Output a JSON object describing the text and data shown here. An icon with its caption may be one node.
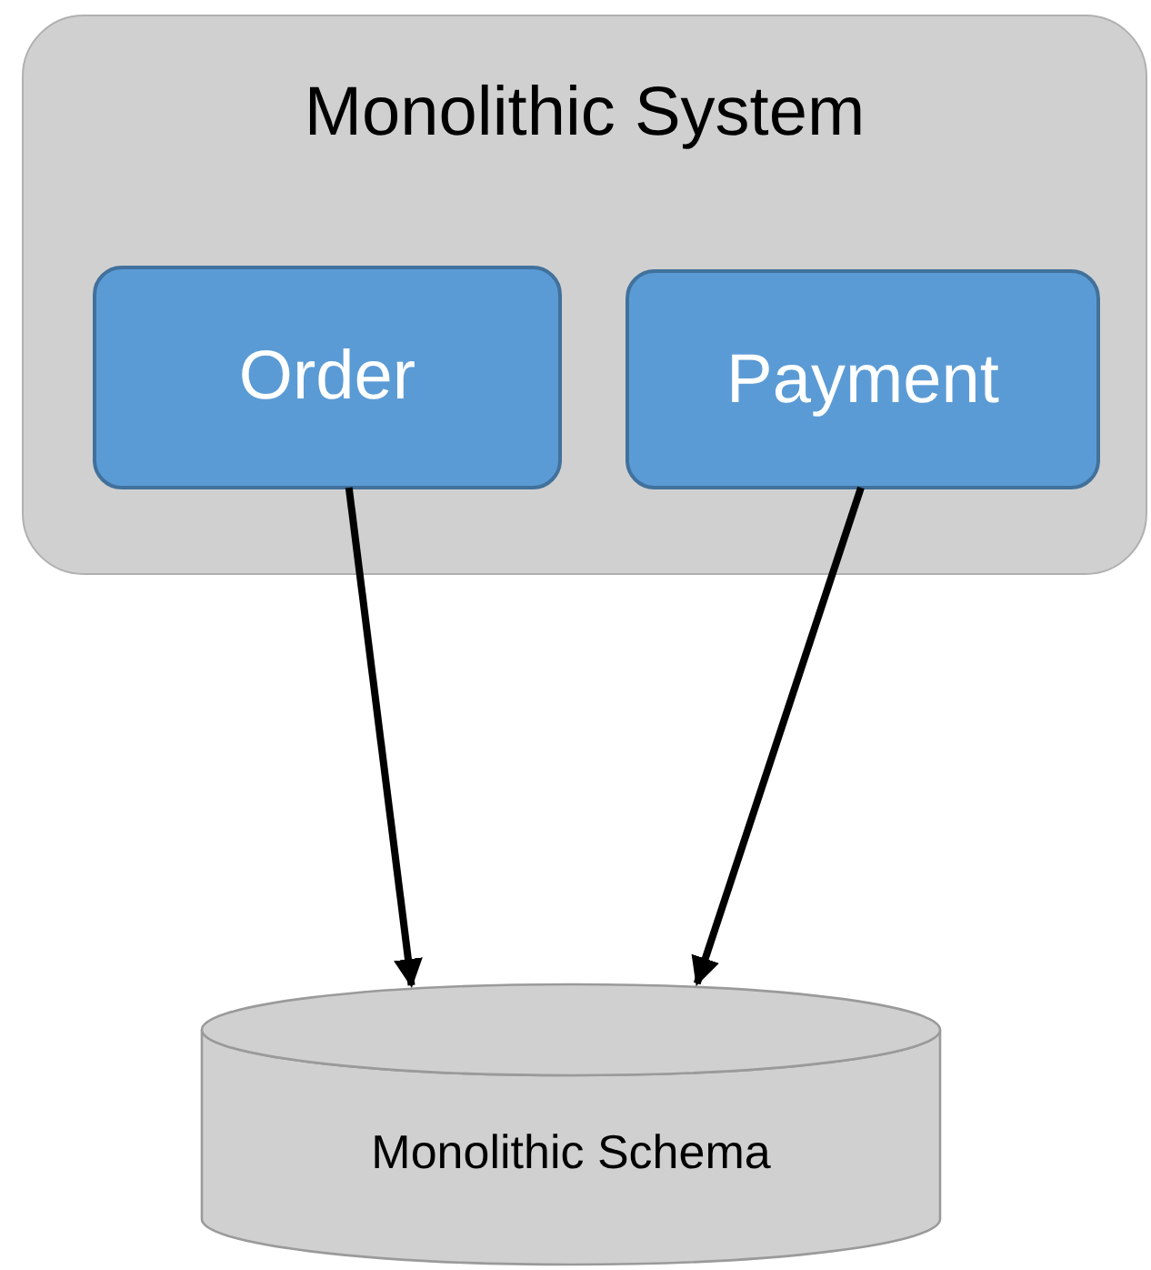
{
  "diagram": {
    "nodes": [
      {
        "text": [
          "Monolithic System"
        ]
      },
      {
        "text": [
          "Order"
        ],
        "in": 0
      },
      {
        "text": [
          "Payment"
        ],
        "in": 0
      },
      {
        "text": [
          "Monolithic Schema"
        ]
      }
    ],
    "edges": [
      {
        "from": 1,
        "to": 3,
        "arrow": "to"
      },
      {
        "from": 2,
        "to": 3,
        "arrow": "to"
      }
    ]
  }
}
